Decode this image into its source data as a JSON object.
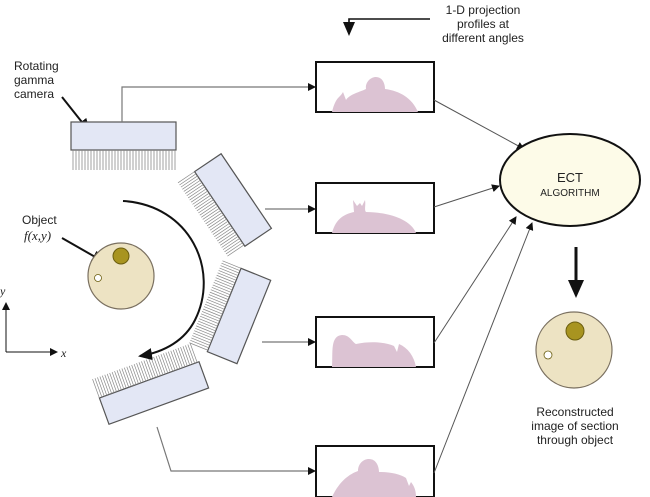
{
  "labels": {
    "camera": [
      "Rotating",
      "gamma",
      "camera"
    ],
    "projection": [
      "1-D projection",
      "profiles at",
      "different angles"
    ],
    "object": "Object",
    "object_func": "f(x,y)",
    "ect_line1": "ECT",
    "ect_line2": "ALGORITHM",
    "reconstructed": [
      "Reconstructed",
      "image of section",
      "through object"
    ],
    "axis_x": "x",
    "axis_y": "y"
  },
  "colors": {
    "camera_fill": "#e3e7f5",
    "profile_fill": "#dcc3d3",
    "object_fill": "#ede3c3",
    "object_spot": "#a89420",
    "ellipse_fill": "#fdfbe8"
  }
}
